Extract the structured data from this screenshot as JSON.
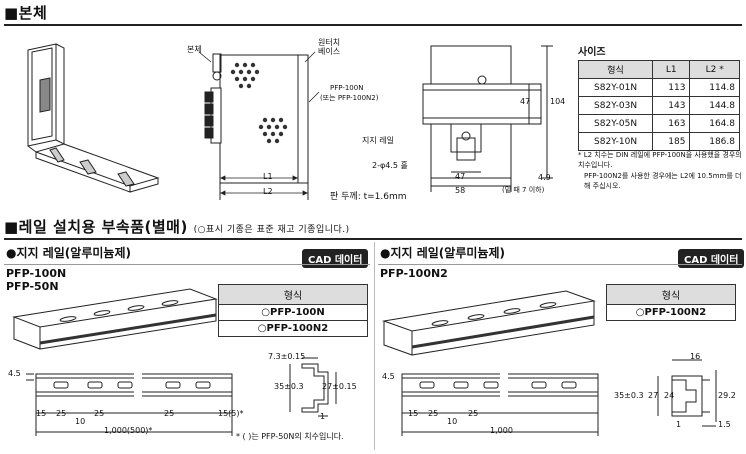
{
  "header": {
    "main_title": "■본체",
    "acc_title": "■레일 설치용 부속품(별매)",
    "acc_note": "(○표시 기종은 표준 재고 기종입니다.)"
  },
  "main_drawing": {
    "labels": {
      "body": "본체",
      "base": "원터치\n베이스",
      "rail_model": "PFP-100N",
      "rail_model_alt": "(또는 PFP-100N2)",
      "rail_label": "지지 레일",
      "hole": "2-φ4.5 홀",
      "l1": "L1",
      "l2": "L2",
      "plate": "판 두께: t=1.6mm",
      "dim_47a": "47",
      "dim_104": "104",
      "dim_47b": "47",
      "dim_58": "58",
      "dim_49": "4.9",
      "dim_49_note": "(밑 때 7 이하)"
    }
  },
  "size_table": {
    "title": "사이즈",
    "headers": [
      "형식",
      "L1",
      "L2 *"
    ],
    "rows": [
      [
        "S82Y-01N",
        "113",
        "114.8"
      ],
      [
        "S82Y-03N",
        "143",
        "144.8"
      ],
      [
        "S82Y-05N",
        "163",
        "164.8"
      ],
      [
        "S82Y-10N",
        "185",
        "186.8"
      ]
    ],
    "note1": "* L2 치수는 DIN 레일에 PFP-100N을 사용했을 경우의 치수입니다.",
    "note2": "PFP-100N2를 사용한 경우에는 L2에 10.5mm를 더해 주십시오."
  },
  "left_panel": {
    "heading": "●지지 레일(알루미늄제)",
    "cad_label": "CAD 데이터",
    "model1": "PFP-100N",
    "model2": "PFP-50N",
    "table_header": "형식",
    "table_rows": [
      "○PFP-100N",
      "○PFP-100N2"
    ],
    "dims": {
      "d45": "4.5",
      "d15": "15",
      "d25a": "25",
      "d10": "10",
      "d25b": "25",
      "d25c": "25",
      "d15b": "15(5)*",
      "d1000": "1,000(500)*",
      "d73": "7.3±0.15",
      "d35": "35±0.3",
      "d27": "27±0.15",
      "d1": "1",
      "note": "* ( )는 PFP-50N의 치수입니다."
    }
  },
  "right_panel": {
    "heading": "●지지 레일(알루미늄제)",
    "cad_label": "CAD 데이터",
    "model": "PFP-100N2",
    "table_header": "형식",
    "table_row": "○PFP-100N2",
    "dims": {
      "d45": "4.5",
      "d15": "15",
      "d25a": "25",
      "d10": "10",
      "d25b": "25",
      "d1000": "1,000",
      "d16": "16",
      "d35": "35±0.3",
      "d27": "27",
      "d24": "24",
      "d29": "29.2",
      "d1": "1",
      "d15b": "1.5"
    }
  }
}
